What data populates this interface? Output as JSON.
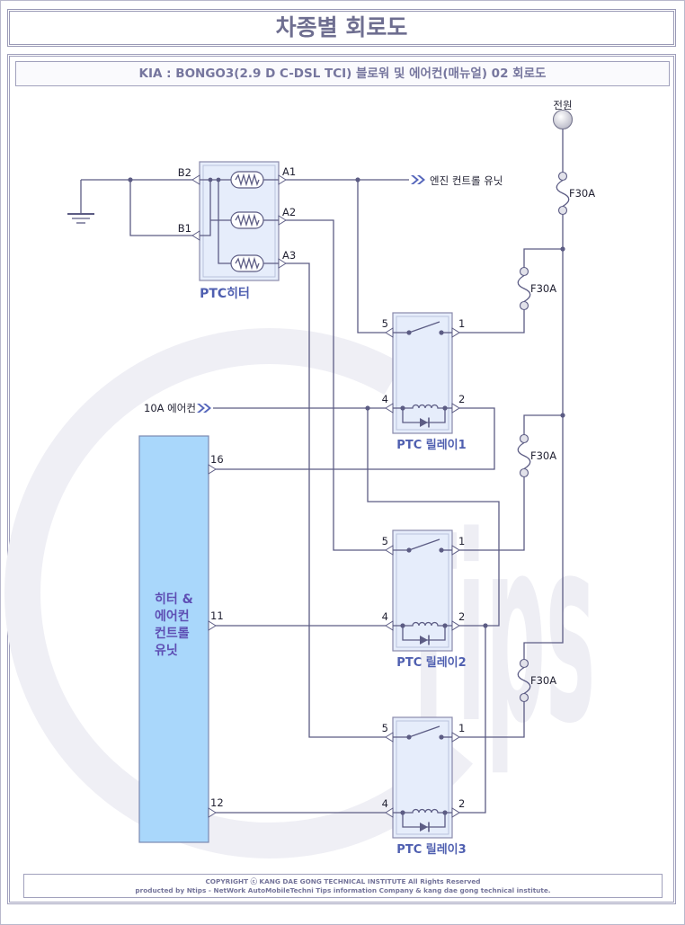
{
  "header": {
    "title": "차종별 회로도",
    "subtitle": "KIA : BONGO3(2.9 D C-DSL TCI) 블로워 및 에어컨(매뉴얼) 02 회로도"
  },
  "watermark": {
    "text": "Tips"
  },
  "diagram": {
    "power_source": {
      "label": "전원"
    },
    "fuses": [
      {
        "label": "F30A"
      },
      {
        "label": "F30A"
      },
      {
        "label": "F30A"
      },
      {
        "label": "F30A"
      }
    ],
    "ptc_heater": {
      "label": "PTC히터",
      "terminals": {
        "b2": "B2",
        "b1": "B1",
        "a1": "A1",
        "a2": "A2",
        "a3": "A3"
      }
    },
    "engine_control_unit": {
      "label": "엔진 컨트롤 유닛"
    },
    "aircon_feed": {
      "label": "10A 에어컨"
    },
    "relays": [
      {
        "label": "PTC 릴레이1",
        "pins": {
          "p5": "5",
          "p1": "1",
          "p4": "4",
          "p2": "2"
        }
      },
      {
        "label": "PTC 릴레이2",
        "pins": {
          "p5": "5",
          "p1": "1",
          "p4": "4",
          "p2": "2"
        }
      },
      {
        "label": "PTC 릴레이3",
        "pins": {
          "p5": "5",
          "p1": "1",
          "p4": "4",
          "p2": "2"
        }
      }
    ],
    "control_unit": {
      "label_lines": [
        "히터 &",
        "에어컨",
        "컨트롤",
        "유닛"
      ],
      "pins": {
        "p16": "16",
        "p11": "11",
        "p12": "12"
      }
    }
  },
  "footer": {
    "line1": "COPYRIGHT ⓒ KANG DAE GONG TECHNICAL INSTITUTE All Rights Reserved",
    "line2": "producted by Ntips - NetWork AutoMobileTechni Tips information Company & kang dae gong technical institute."
  },
  "colors": {
    "wire": "#5c5c84",
    "heading_label": "#4f5fb0",
    "control_unit_label": "#5e4fb4",
    "box_fill": "#e6edfb",
    "control_unit_fill": "#a9d7fb",
    "title_text": "#6e6e90",
    "arrow": "#5566bb"
  }
}
